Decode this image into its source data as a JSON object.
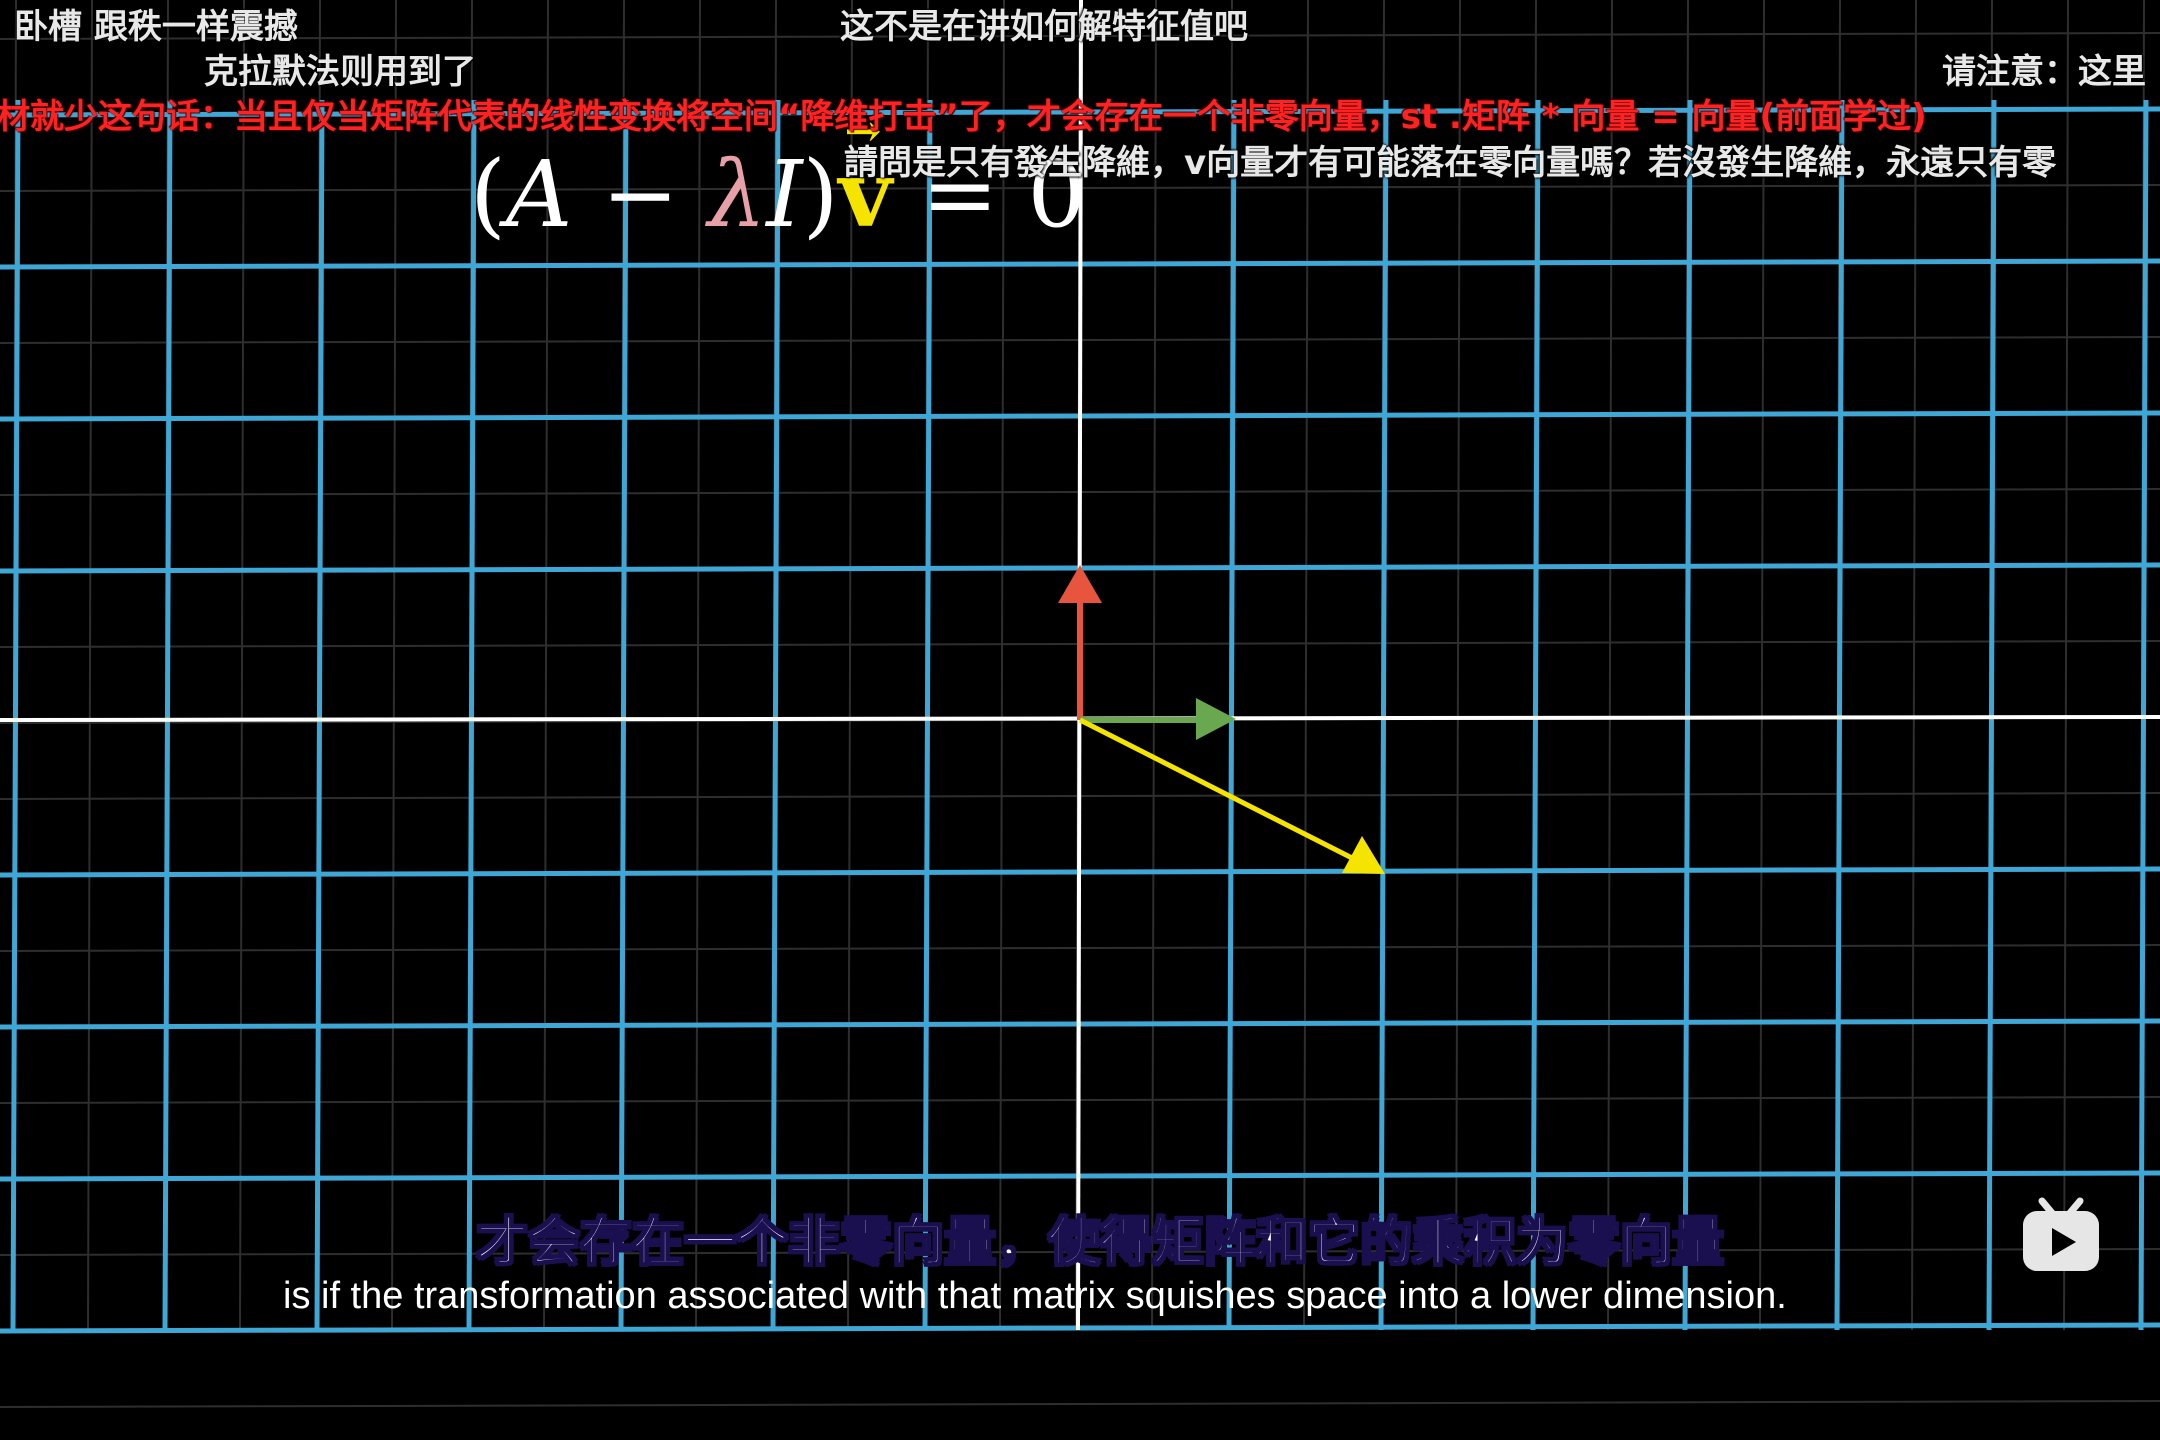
{
  "danmaku": [
    {
      "text": "卧槽  跟秩一样震撼",
      "style": "white"
    },
    {
      "text": "这不是在讲如何解特征值吧",
      "style": "white"
    },
    {
      "text": "克拉默法则用到了",
      "style": "white"
    },
    {
      "text": "请注意：这里",
      "style": "white"
    },
    {
      "text": "材就少这句话：当且仅当矩阵代表的线性变换将空间“降维打击”了，才会存在一个非零向量，st .矩阵 * 向量 = 向量(前面学过)",
      "style": "red"
    },
    {
      "text": "請問是只有發生降維，v向量才有可能落在零向量嗎？若沒發生降維，永遠只有零",
      "style": "white"
    }
  ],
  "equation": {
    "open_paren": "(",
    "A": "A",
    "minus": " − ",
    "lambda": "λ",
    "I": "I",
    "close_paren": ")",
    "v": "v",
    "v_arrow": "⃗",
    "equals": " = ",
    "zero": "0"
  },
  "subtitle": {
    "chinese": "才会存在一个非零向量，使得矩阵和它的乘积为零向量",
    "english": "is if the transformation associated with that matrix squishes space into a lower dimension."
  },
  "colors": {
    "grid_blue": "#3fa7d6",
    "grid_faint": "#2a2a2a",
    "axis": "#ffffff",
    "vector_red": "#e8553f",
    "vector_green": "#6aa84f",
    "vector_yellow": "#f5e400"
  },
  "icons": {
    "logo": "bilibili-tv-icon"
  }
}
